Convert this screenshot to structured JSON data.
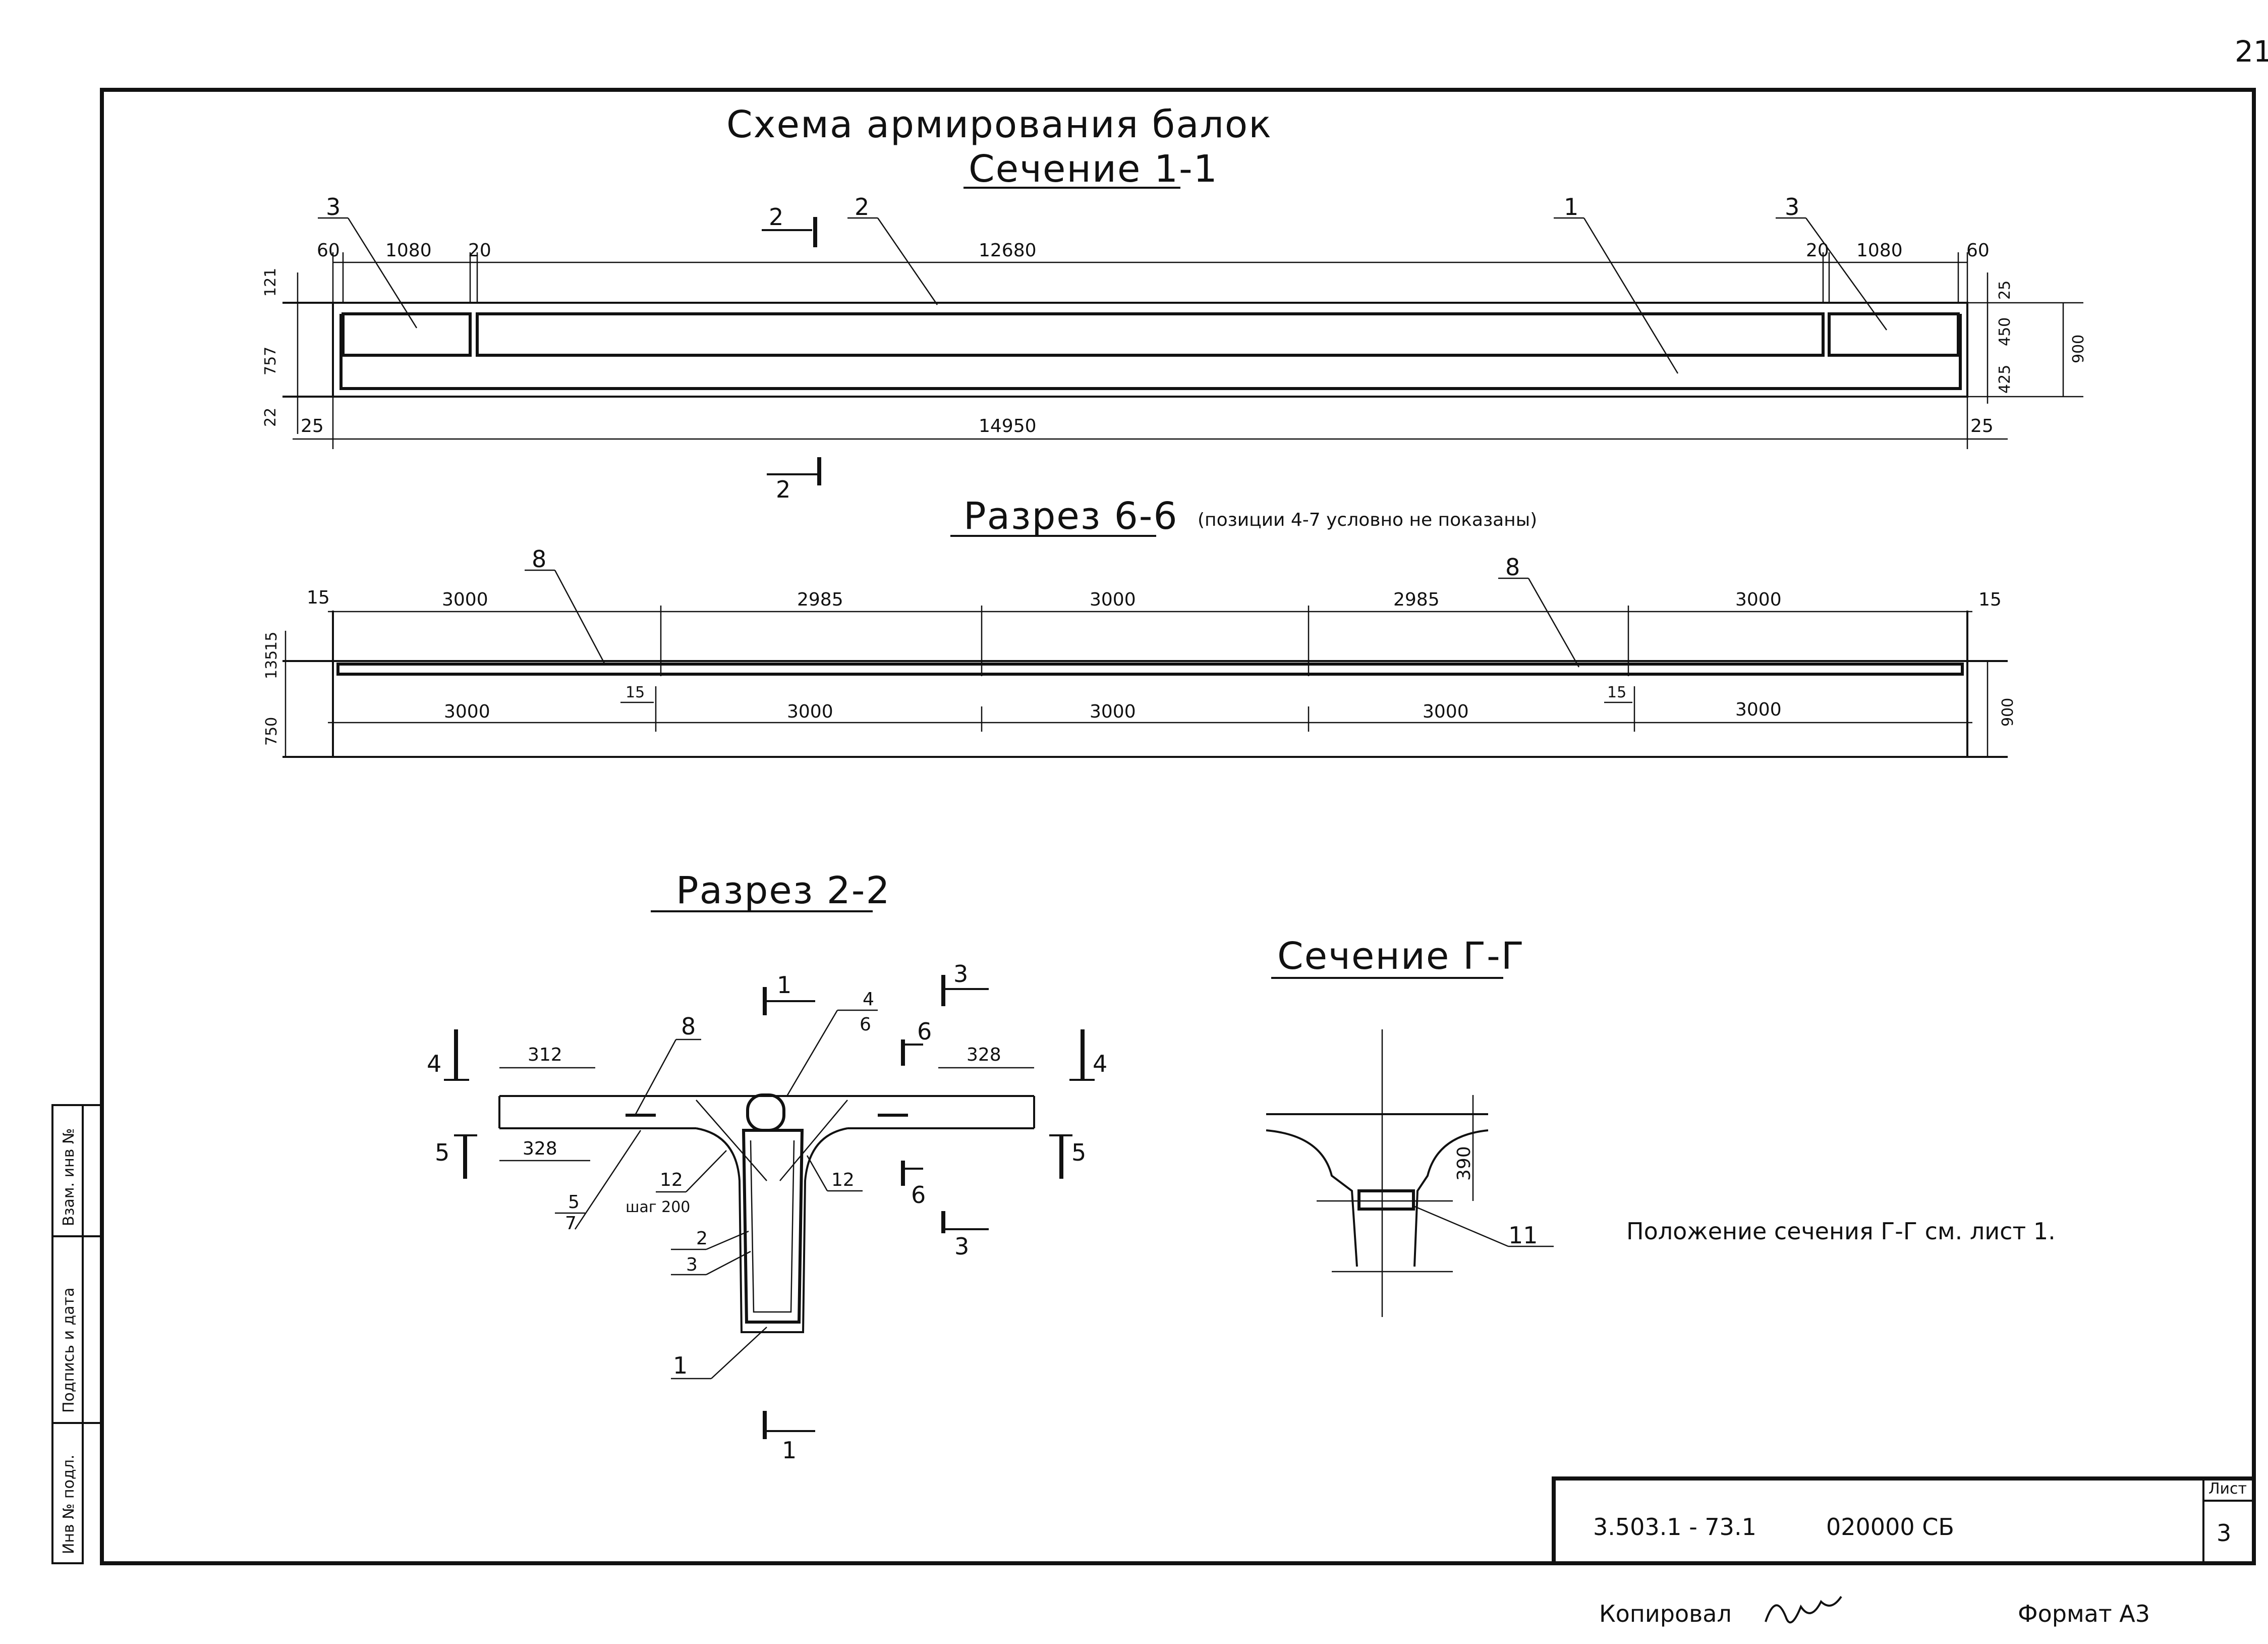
{
  "page": {
    "sheet_number_corner": "21",
    "main_title": "Схема армирования балок",
    "copied_by_label": "Копировал",
    "format_label": "Формат А3"
  },
  "stamp": {
    "code": "3.503.1 - 73.1",
    "number": "020000 СБ",
    "sheet_label": "Лист",
    "sheet_value": "3"
  },
  "side_stamp": {
    "inv_orig": "Инв № подл.",
    "sign_date": "Подпись и дата",
    "vzam_inv": "Взам. инв №"
  },
  "section_1_1": {
    "title": "Сечение 1-1",
    "positions": [
      "3",
      "2",
      "1",
      "3"
    ],
    "cut_marks": [
      "2",
      "2"
    ],
    "top_dims": [
      "60",
      "1080",
      "20",
      "12680",
      "20",
      "1080",
      "60"
    ],
    "bottom_dims": [
      "25",
      "14950",
      "25"
    ],
    "left_dims": [
      "121",
      "757",
      "22"
    ],
    "right_dims": [
      "25",
      "450",
      "425",
      "900"
    ]
  },
  "section_6_6": {
    "title": "Разрез 6-6",
    "note": "(позиции 4-7 условно не показаны)",
    "positions": [
      "8",
      "8"
    ],
    "top_dims": [
      "15",
      "3000",
      "2985",
      "3000",
      "2985",
      "3000",
      "15"
    ],
    "bottom_dims": [
      "3000",
      "3000",
      "3000",
      "3000",
      "3000"
    ],
    "gap_dims": [
      "15",
      "15"
    ],
    "left_dims": [
      "15",
      "135",
      "750"
    ],
    "right_dims": [
      "900"
    ]
  },
  "section_2_2": {
    "title": "Разрез 2-2",
    "positions": [
      "8",
      "4",
      "6",
      "5",
      "7",
      "12",
      "12",
      "2",
      "3",
      "1"
    ],
    "step_label": "шаг 200",
    "dims": [
      "312",
      "328",
      "328"
    ],
    "cut_marks": [
      "1",
      "1",
      "3",
      "3",
      "4",
      "4",
      "5",
      "5",
      "6",
      "6"
    ]
  },
  "section_g_g": {
    "title": "Сечение Г-Г",
    "dim": "390",
    "position": "11",
    "note": "Положение сечения Г-Г см. лист 1."
  }
}
